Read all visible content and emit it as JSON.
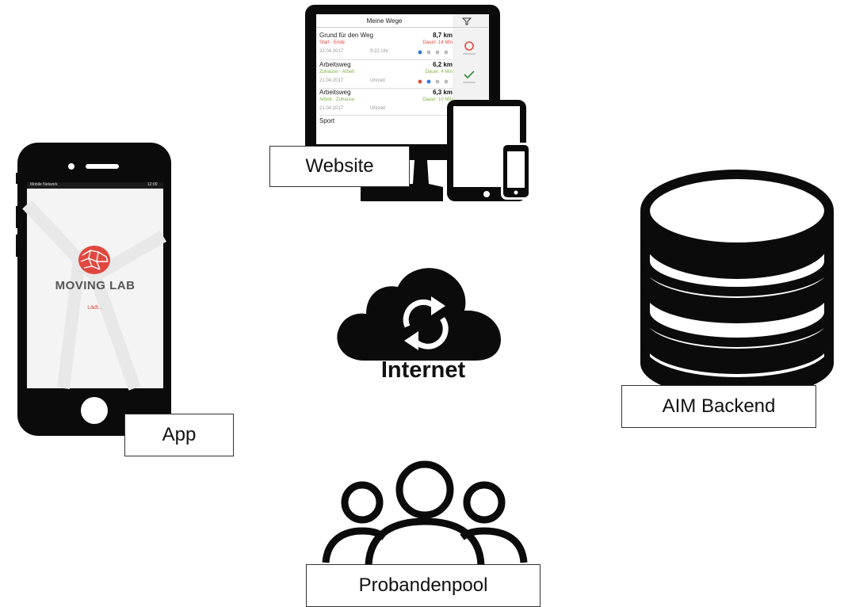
{
  "labels": {
    "website": "Website",
    "app": "App",
    "internet": "Internet",
    "backend": "AIM Backend",
    "pool": "Probandenpool"
  },
  "phone_screen": {
    "status_left": "Mobile Network",
    "status_right": "12:00",
    "brand": "MOVING LAB",
    "loading": "Lädt..."
  },
  "monitor_screen": {
    "title": "Meine Wege",
    "trips": [
      {
        "name": "Grund für den Weg",
        "distance": "8,7 km",
        "route": "Start - Ende",
        "duration": "Dauer: 14 Min",
        "date": "22.04.2017",
        "time": "9:22 Uhr"
      },
      {
        "name": "Arbeitsweg",
        "distance": "6,2 km",
        "route": "Zuhause - Arbeit",
        "duration": "Dauer: 4 Min",
        "date": "21.04.2017",
        "time": "Uhrzeit"
      },
      {
        "name": "Arbeitsweg",
        "distance": "6,3 km",
        "route": "Arbeit - Zuhause",
        "duration": "Dauer: 10 Min",
        "date": "21.04.2017",
        "time": "Uhrzeit"
      }
    ],
    "last_item": "Sport"
  },
  "colors": {
    "ink": "#000000",
    "brand_red": "#e0483f",
    "route_red": "#e0483f",
    "route_green": "#7fb24a",
    "check_green": "#3a8a3a"
  },
  "icons": [
    "smartphone-icon",
    "desktop-monitor-icon",
    "tablet-icon",
    "small-phone-icon",
    "cloud-sync-icon",
    "database-icon",
    "people-group-icon",
    "filter-icon",
    "brain-logo-icon"
  ]
}
